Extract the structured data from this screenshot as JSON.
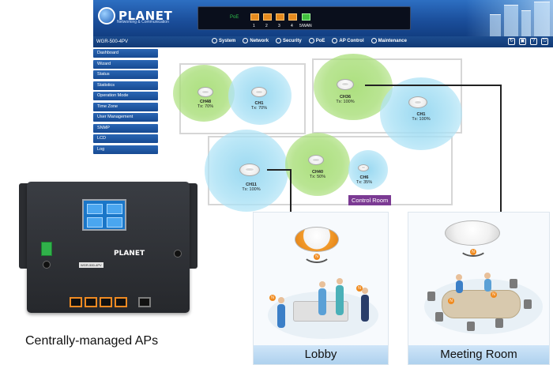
{
  "header": {
    "brand": "PLANET",
    "tagline": "Networking & Communication",
    "port_label": "PoE",
    "ports": [
      "1",
      "2",
      "3",
      "4",
      "5/WAN"
    ]
  },
  "navbar": {
    "model": "WGR-500-4PV",
    "items": [
      "System",
      "Network",
      "Security",
      "PoE",
      "AP Control",
      "Maintenance"
    ]
  },
  "sidebar": {
    "items": [
      "Dashboard",
      "Wizard",
      "Status",
      "Statistics",
      "Operation Mode",
      "Time Zone",
      "User Management",
      "SNMP",
      "LCD",
      "Log"
    ]
  },
  "floorplan": {
    "aps": [
      {
        "ch": "CH48",
        "tx": "Tx: 70%",
        "color": "#a8de78"
      },
      {
        "ch": "CH1",
        "tx": "Tx: 70%",
        "color": "#96d7f0"
      },
      {
        "ch": "CH36",
        "tx": "Tx: 100%",
        "color": "#a8de78"
      },
      {
        "ch": "CH1",
        "tx": "Tx: 100%",
        "color": "#96d7f0"
      },
      {
        "ch": "CH11",
        "tx": "Tx: 100%",
        "color": "#96d7f0"
      },
      {
        "ch": "CH40",
        "tx": "Tx: 50%",
        "color": "#a8de78"
      },
      {
        "ch": "CH6",
        "tx": "Tx: 35%",
        "color": "#96d7f0"
      }
    ],
    "room_label": "Control Room",
    "room_color": "#7b3a93"
  },
  "device": {
    "brand": "PLANET",
    "model": "WGR-500-4PV"
  },
  "caption": "Centrally-managed APs",
  "scenes": {
    "lobby": "Lobby",
    "meeting": "Meeting Room"
  }
}
